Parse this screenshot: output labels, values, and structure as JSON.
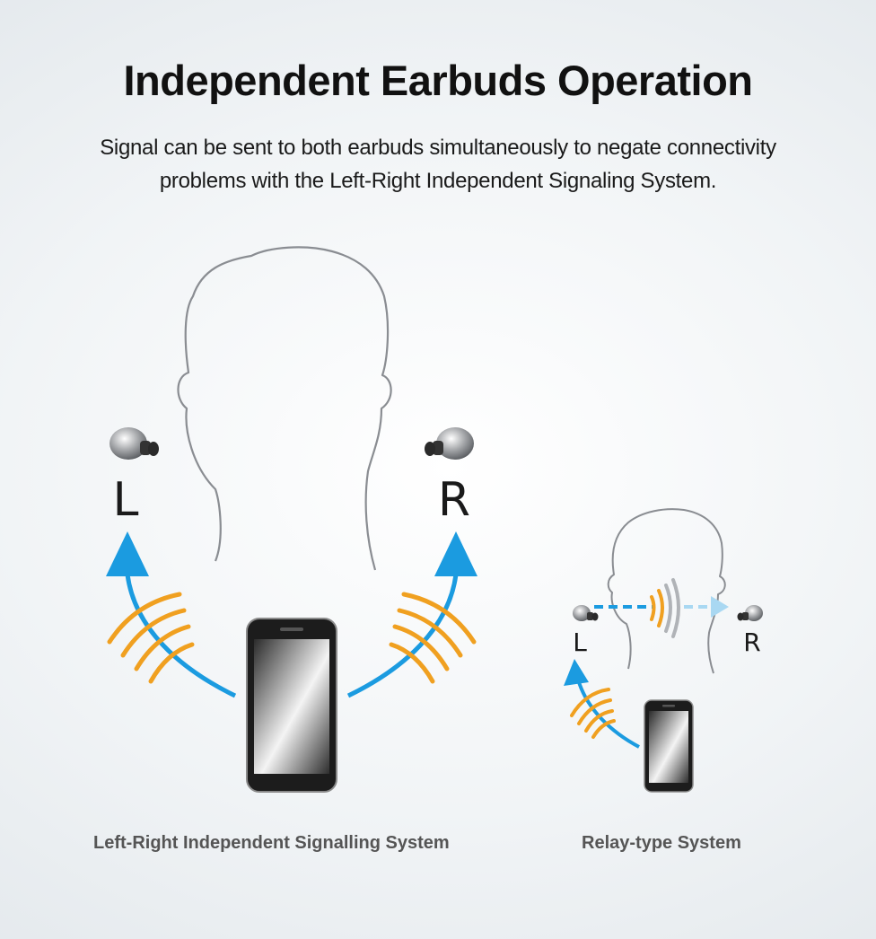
{
  "title": "Independent Earbuds Operation",
  "subtitle": "Signal can be sent to both earbuds simultaneously to negate connectivity problems with the Left-Right Independent Signaling System.",
  "left_diagram": {
    "left_label": "L",
    "right_label": "R",
    "caption": "Left-Right Independent Signalling System"
  },
  "right_diagram": {
    "left_label": "L",
    "right_label": "R",
    "caption": "Relay-type System"
  },
  "colors": {
    "arrow": "#1b9be0",
    "signal": "#f0a020",
    "outline": "#8a8d92"
  }
}
